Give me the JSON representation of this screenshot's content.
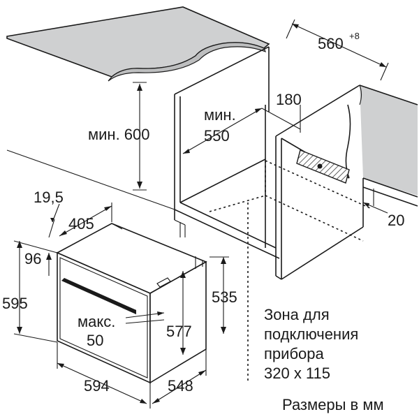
{
  "dimensions": {
    "cutout_width": {
      "value": "560",
      "superscript": "+8"
    },
    "depth_offset": "180",
    "min_height_label": "мин. 600",
    "min_depth_prefix": "мин.",
    "min_depth_value": "550",
    "step_offset": "20",
    "trim_thickness": "19,5",
    "trim_depth": "405",
    "top_gap": "96",
    "oven_height": "595",
    "oven_height_inner": "535",
    "max_prefix": "макс.",
    "max_value": "50",
    "oven_inner_height": "577",
    "oven_width": "594",
    "oven_depth": "548"
  },
  "connection_zone": {
    "line1": "Зона для",
    "line2": "подключения",
    "line3": "прибора",
    "line4": "320 x 115"
  },
  "footer_note": "Размеры в мм"
}
